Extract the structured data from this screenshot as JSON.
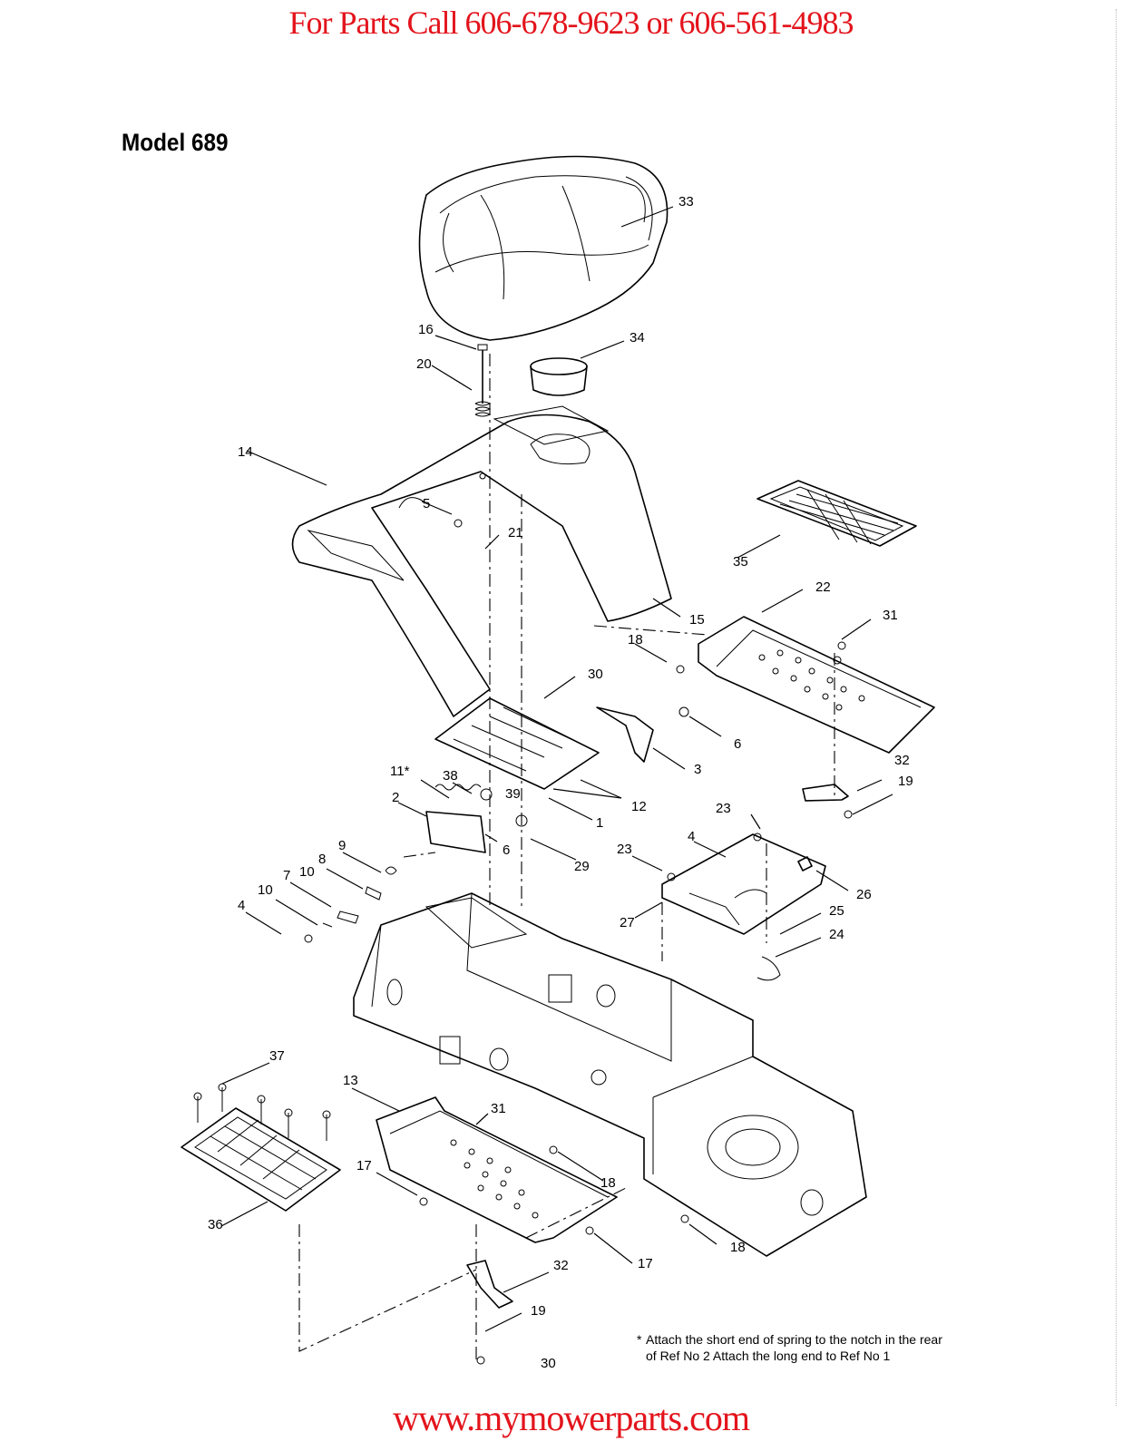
{
  "header": {
    "phone_line": "For Parts Call 606-678-9623 or 606-561-4983"
  },
  "title": "Model 689",
  "callouts": [
    {
      "id": "c33",
      "label": "33"
    },
    {
      "id": "c16",
      "label": "16"
    },
    {
      "id": "c34",
      "label": "34"
    },
    {
      "id": "c20",
      "label": "20"
    },
    {
      "id": "c14",
      "label": "14"
    },
    {
      "id": "c5",
      "label": "5"
    },
    {
      "id": "c21",
      "label": "21"
    },
    {
      "id": "c35",
      "label": "35"
    },
    {
      "id": "c22",
      "label": "22"
    },
    {
      "id": "c15",
      "label": "15"
    },
    {
      "id": "c31a",
      "label": "31"
    },
    {
      "id": "c18a",
      "label": "18"
    },
    {
      "id": "c30",
      "label": "30"
    },
    {
      "id": "c6a",
      "label": "6"
    },
    {
      "id": "c3",
      "label": "3"
    },
    {
      "id": "c11",
      "label": "11*"
    },
    {
      "id": "c38",
      "label": "38"
    },
    {
      "id": "c39",
      "label": "39"
    },
    {
      "id": "c12",
      "label": "12"
    },
    {
      "id": "c2",
      "label": "2"
    },
    {
      "id": "c1",
      "label": "1"
    },
    {
      "id": "c32a",
      "label": "32"
    },
    {
      "id": "c19a",
      "label": "19"
    },
    {
      "id": "c23a",
      "label": "23"
    },
    {
      "id": "c6b",
      "label": "6"
    },
    {
      "id": "c29",
      "label": "29"
    },
    {
      "id": "c9",
      "label": "9"
    },
    {
      "id": "c8",
      "label": "8"
    },
    {
      "id": "c4a",
      "label": "4"
    },
    {
      "id": "c23b",
      "label": "23"
    },
    {
      "id": "c26",
      "label": "26"
    },
    {
      "id": "c7",
      "label": "7"
    },
    {
      "id": "c10a",
      "label": "10"
    },
    {
      "id": "c10b",
      "label": "10"
    },
    {
      "id": "c4b",
      "label": "4"
    },
    {
      "id": "c25",
      "label": "25"
    },
    {
      "id": "c27",
      "label": "27"
    },
    {
      "id": "c24",
      "label": "24"
    },
    {
      "id": "c37",
      "label": "37"
    },
    {
      "id": "c13",
      "label": "13"
    },
    {
      "id": "c31b",
      "label": "31"
    },
    {
      "id": "c17a",
      "label": "17"
    },
    {
      "id": "c18b",
      "label": "18"
    },
    {
      "id": "c36",
      "label": "36"
    },
    {
      "id": "c17b",
      "label": "17"
    },
    {
      "id": "c18c",
      "label": "18"
    },
    {
      "id": "c32b",
      "label": "32"
    },
    {
      "id": "c19b",
      "label": "19"
    }
  ],
  "note": {
    "marker": "*",
    "line1": "Attach the short end of spring to the notch in the rear",
    "line2": "of Ref  No  2  Attach the long end to Ref  No  1"
  },
  "page_number": "30",
  "footer": {
    "url": "www.mymowerparts.com"
  }
}
